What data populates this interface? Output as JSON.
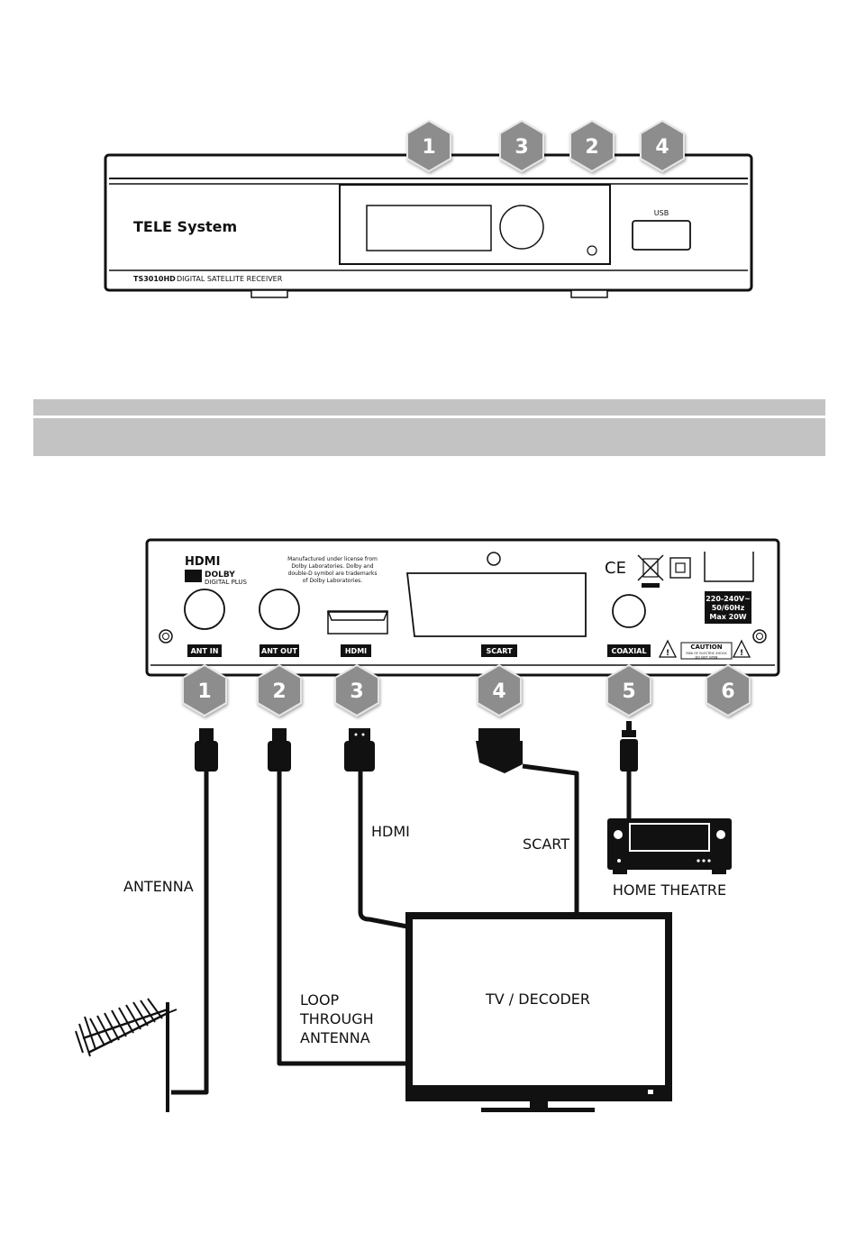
{
  "front_panel": {
    "brand": "TELE System",
    "model": "TS3010HD",
    "description": "DIGITAL SATELLITE RECEIVER",
    "usb_label": "USB",
    "badges": [
      "1",
      "3",
      "2",
      "4"
    ]
  },
  "rear_panel": {
    "hdmi_logo": "HDMI",
    "dolby_line1": "DOLBY",
    "dolby_line2": "DIGITAL PLUS",
    "license_text": [
      "Manufactured under license from",
      "Dolby Laboratories. Dolby and",
      "double-D symbol are trademarks",
      "of Dolby Laboratories."
    ],
    "ce_mark": "CE",
    "power_rating": [
      "220-240V~",
      "50/60Hz",
      "Max 20W"
    ],
    "caution_title": "CAUTION",
    "caution_line1": "RISK OF ELECTRIC SHOCK",
    "caution_line2": "DO NOT OPEN",
    "ports": [
      "ANT IN",
      "ANT OUT",
      "HDMI",
      "SCART",
      "COAXIAL"
    ],
    "badges": [
      "1",
      "2",
      "3",
      "4",
      "5",
      "6"
    ]
  },
  "connections": {
    "antenna": "ANTENNA",
    "loop_through": [
      "LOOP",
      "THROUGH",
      "ANTENNA"
    ],
    "hdmi": "HDMI",
    "scart": "SCART",
    "home_theatre": "HOME THEATRE",
    "tv_decoder": "TV / DECODER"
  },
  "colors": {
    "badge": "#8d8d8d",
    "header_bar": "#c3c3c3",
    "ink": "#111111"
  }
}
